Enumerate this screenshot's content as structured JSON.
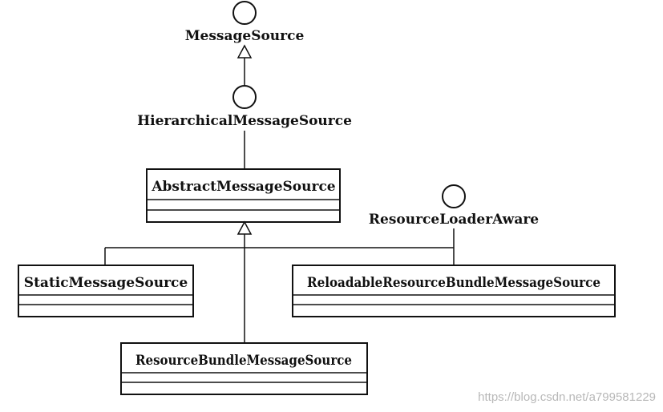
{
  "interfaces": {
    "message_source": "MessageSource",
    "hierarchical_message_source": "HierarchicalMessageSource",
    "resource_loader_aware": "ResourceLoaderAware"
  },
  "classes": {
    "abstract_message_source": "AbstractMessageSource",
    "static_message_source": "StaticMessageSource",
    "reloadable_resource_bundle_message_source": "ReloadableResourceBundleMessageSource",
    "resource_bundle_message_source": "ResourceBundleMessageSource"
  },
  "watermark": "https://blog.csdn.net/a799581229",
  "colors": {
    "line": "#111111",
    "background": "#ffffff",
    "watermark": "#b8b8b8"
  }
}
